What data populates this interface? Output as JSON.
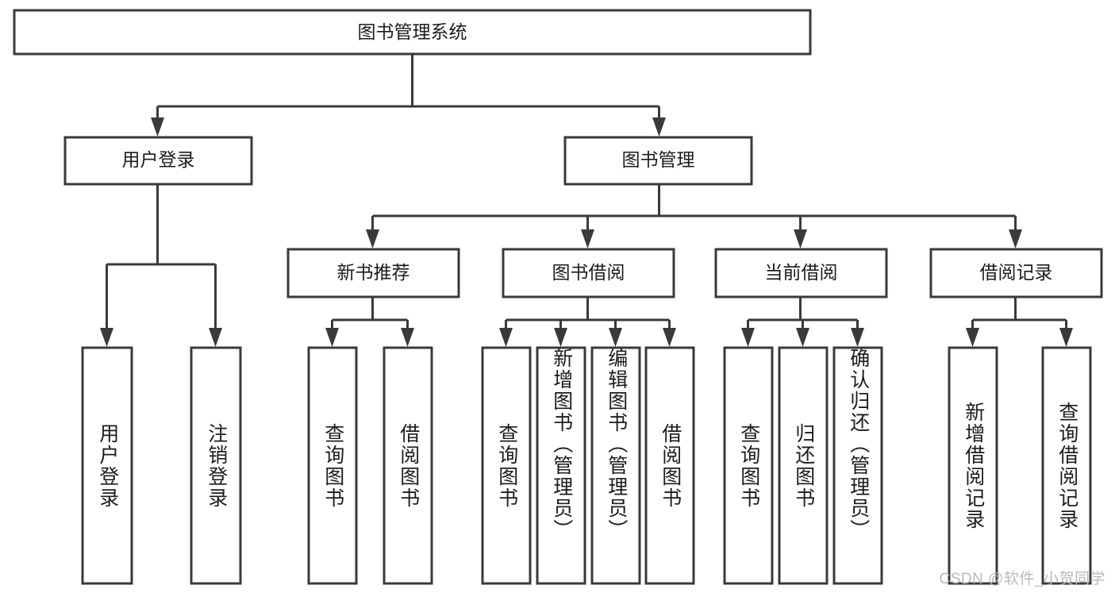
{
  "diagram": {
    "type": "tree-hierarchy",
    "title": "图书管理系统",
    "root": {
      "id": "root",
      "label": "图书管理系统",
      "orientation": "horizontal"
    },
    "level2": [
      {
        "id": "user-login",
        "label": "用户登录",
        "orientation": "horizontal"
      },
      {
        "id": "book-manage",
        "label": "图书管理",
        "orientation": "horizontal"
      }
    ],
    "level3": [
      {
        "id": "new-book-recommend",
        "label": "新书推荐",
        "parent": "book-manage",
        "orientation": "horizontal"
      },
      {
        "id": "book-borrow",
        "label": "图书借阅",
        "parent": "book-manage",
        "orientation": "horizontal"
      },
      {
        "id": "current-borrow",
        "label": "当前借阅",
        "parent": "book-manage",
        "orientation": "horizontal"
      },
      {
        "id": "borrow-record",
        "label": "借阅记录",
        "parent": "book-manage",
        "orientation": "horizontal"
      }
    ],
    "leaves": [
      {
        "id": "leaf-user-login",
        "label": "用户登录",
        "parent": "user-login",
        "orientation": "vertical"
      },
      {
        "id": "leaf-logout-login",
        "label": "注销登录",
        "parent": "user-login",
        "orientation": "vertical"
      },
      {
        "id": "leaf-query-book-recommend",
        "label": "查询图书",
        "parent": "new-book-recommend",
        "orientation": "vertical"
      },
      {
        "id": "leaf-borrow-book-recommend",
        "label": "借阅图书",
        "parent": "new-book-recommend",
        "orientation": "vertical"
      },
      {
        "id": "leaf-query-book-borrow",
        "label": "查询图书",
        "parent": "book-borrow",
        "orientation": "vertical"
      },
      {
        "id": "leaf-add-book-admin",
        "label": "新增图书（管理员）",
        "parent": "book-borrow",
        "orientation": "vertical"
      },
      {
        "id": "leaf-edit-book-admin",
        "label": "编辑图书（管理员）",
        "parent": "book-borrow",
        "orientation": "vertical"
      },
      {
        "id": "leaf-borrow-book",
        "label": "借阅图书",
        "parent": "book-borrow",
        "orientation": "vertical"
      },
      {
        "id": "leaf-query-book-current",
        "label": "查询图书",
        "parent": "current-borrow",
        "orientation": "vertical"
      },
      {
        "id": "leaf-return-book",
        "label": "归还图书",
        "parent": "current-borrow",
        "orientation": "vertical"
      },
      {
        "id": "leaf-confirm-return-admin",
        "label": "确认归还（管理员）",
        "parent": "current-borrow",
        "orientation": "vertical"
      },
      {
        "id": "leaf-add-borrow-record",
        "label": "新增借阅记录",
        "parent": "borrow-record",
        "orientation": "vertical"
      },
      {
        "id": "leaf-query-borrow-record",
        "label": "查询借阅记录",
        "parent": "borrow-record",
        "orientation": "vertical"
      }
    ]
  },
  "style": {
    "box_stroke": "#3a3a3a",
    "box_fill": "#ffffff",
    "text_color": "#1c1c1c",
    "connector_color": "#3a3a3a",
    "background": "#ffffff",
    "watermark_color": "#b9b9b9"
  },
  "watermark": {
    "text": "CSDN @软件_小贺同学"
  }
}
